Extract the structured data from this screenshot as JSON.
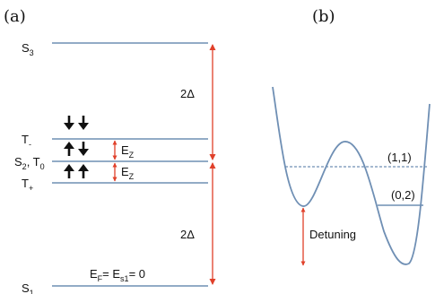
{
  "panels": {
    "a": "(a)",
    "b": "(b)"
  },
  "levels": {
    "s3": {
      "main": "S",
      "sub": "3"
    },
    "t_minus": {
      "main": "T",
      "sub": "-"
    },
    "s2_t0": {
      "main1": "S",
      "sub1": "2",
      "mid": ", T",
      "sub2": "0"
    },
    "t_plus": {
      "main": "T",
      "sub": "+"
    },
    "s1": {
      "main": "S",
      "sub": "1"
    }
  },
  "gaps": {
    "upper": "2Δ",
    "lower": "2Δ"
  },
  "zeeman": {
    "upper": {
      "main": "E",
      "sub": "Z"
    },
    "lower": {
      "main": "E",
      "sub": "Z"
    }
  },
  "fermi": {
    "e1": "E",
    "sub1": "F",
    "mid": "= E",
    "sub2": "s1",
    "tail": "= 0"
  },
  "spins": {
    "t_minus": "down-down",
    "s2_t0": "up-down",
    "t_plus": "up-up"
  },
  "charge_states": {
    "upper": "(1,1)",
    "lower": "(0,2)"
  },
  "detuning": "Detuning",
  "colors": {
    "level": "#6f8fb4",
    "arrow": "#e0402a",
    "spin": "#111111"
  }
}
